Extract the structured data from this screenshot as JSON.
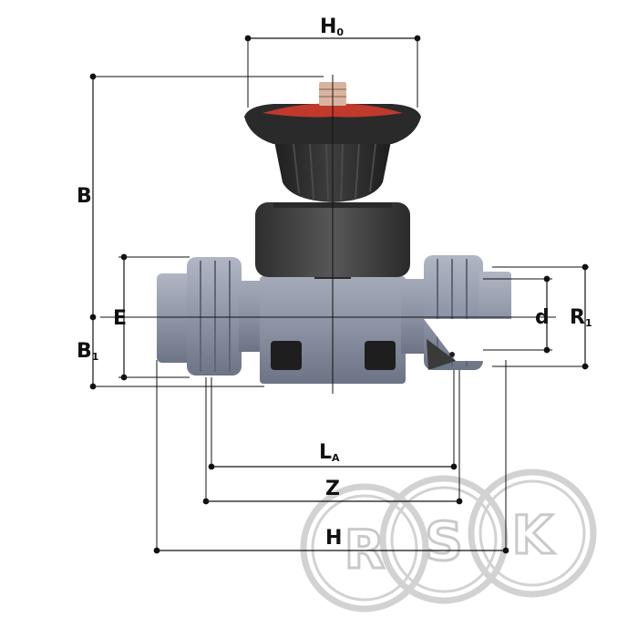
{
  "dimensions": {
    "H0": {
      "main": "H",
      "sub": "0"
    },
    "B": {
      "main": "B",
      "sub": ""
    },
    "E": {
      "main": "E",
      "sub": ""
    },
    "B1": {
      "main": "B",
      "sub": "1"
    },
    "d": {
      "main": "d",
      "sub": ""
    },
    "R1": {
      "main": "R",
      "sub": "1"
    },
    "LA": {
      "main": "L",
      "sub": "A"
    },
    "Z": {
      "main": "Z",
      "sub": ""
    },
    "H": {
      "main": "H",
      "sub": ""
    }
  },
  "watermark": {
    "letters": [
      "R",
      "S",
      "K"
    ]
  },
  "colors": {
    "body": "#8e95a6",
    "body_dark": "#6f7688",
    "body_light": "#a9afbd",
    "bonnet": "#3b3b3b",
    "handle": "#262626",
    "accent": "#c0392b",
    "line": "#111111",
    "watermark": "#c9c9c9"
  }
}
